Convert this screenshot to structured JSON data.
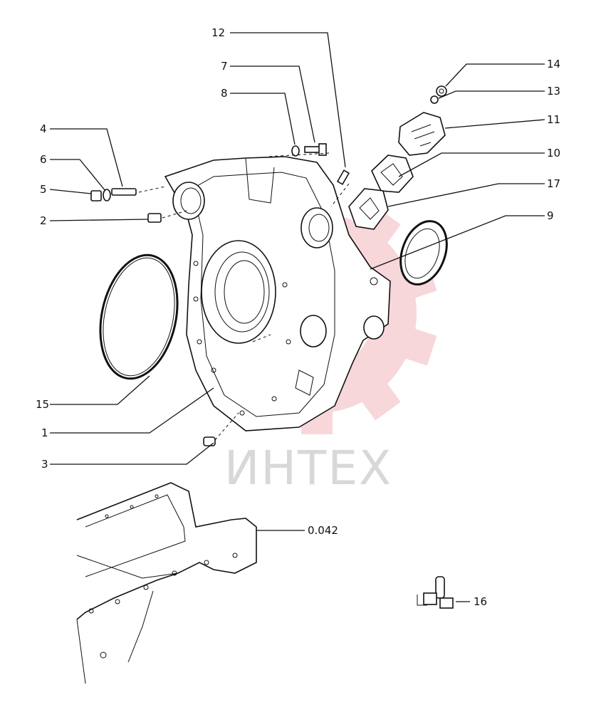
{
  "watermark": {
    "text": "ИНТЕХ",
    "color": "#f2b8bc"
  },
  "callouts": [
    {
      "id": "12",
      "text": "12"
    },
    {
      "id": "7",
      "text": "7"
    },
    {
      "id": "8",
      "text": "8"
    },
    {
      "id": "4",
      "text": "4"
    },
    {
      "id": "6",
      "text": "6"
    },
    {
      "id": "5",
      "text": "5"
    },
    {
      "id": "2",
      "text": "2"
    },
    {
      "id": "14",
      "text": "14"
    },
    {
      "id": "13",
      "text": "13"
    },
    {
      "id": "11",
      "text": "11"
    },
    {
      "id": "10",
      "text": "10"
    },
    {
      "id": "17",
      "text": "17"
    },
    {
      "id": "9",
      "text": "9"
    },
    {
      "id": "15",
      "text": "15"
    },
    {
      "id": "1",
      "text": "1"
    },
    {
      "id": "3",
      "text": "3"
    },
    {
      "id": "0042",
      "text": "0.042"
    },
    {
      "id": "16",
      "text": "16"
    }
  ]
}
